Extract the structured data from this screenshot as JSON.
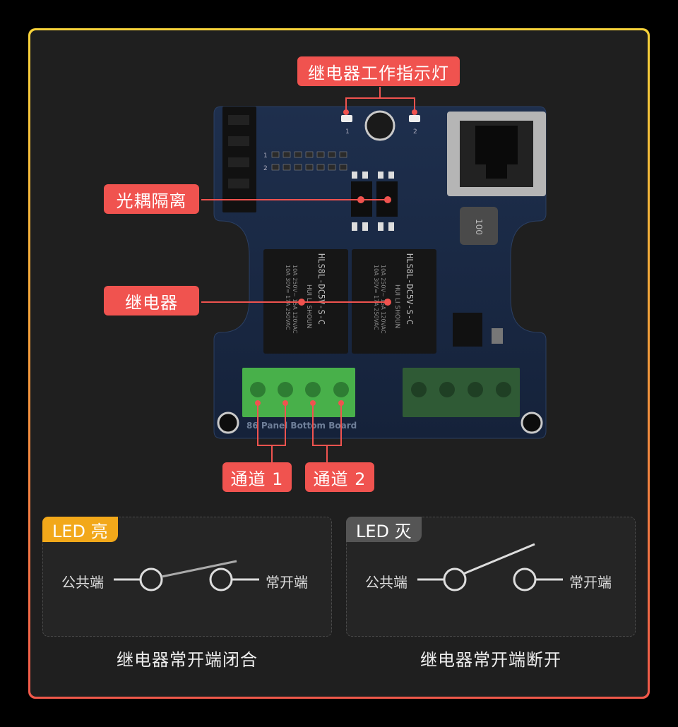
{
  "callouts": {
    "indicator": "继电器工作指示灯",
    "optocoupler": "光耦隔离",
    "relay": "继电器",
    "channel1": "通道 1",
    "channel2": "通道 2"
  },
  "board": {
    "silkscreen": "86 Panel Bottom Board",
    "relay_model": "HLS8L-DC5V-S-C",
    "relay_brand": "HUI LI SHOUN",
    "relay_rating_1": "10A 250V~ 15A 120VAC",
    "relay_rating_2": "10A 30V= 17A 250VAC",
    "inductor": "100",
    "led_num_1": "1",
    "led_num_2": "2",
    "pin_1": "1",
    "pin_2": "2"
  },
  "panels": {
    "on": {
      "tag": "LED 亮",
      "common_label": "公共端",
      "no_label": "常开端",
      "caption": "继电器常开端闭合"
    },
    "off": {
      "tag": "LED 灭",
      "common_label": "公共端",
      "no_label": "常开端",
      "caption": "继电器常开端断开"
    }
  },
  "colors": {
    "callout": "#f0534f",
    "tag_on": "#f2a81a",
    "tag_off": "#555555",
    "pcb": "#1b2a44",
    "terminal_active": "#48b04a",
    "terminal_dim": "#2f5a35"
  }
}
